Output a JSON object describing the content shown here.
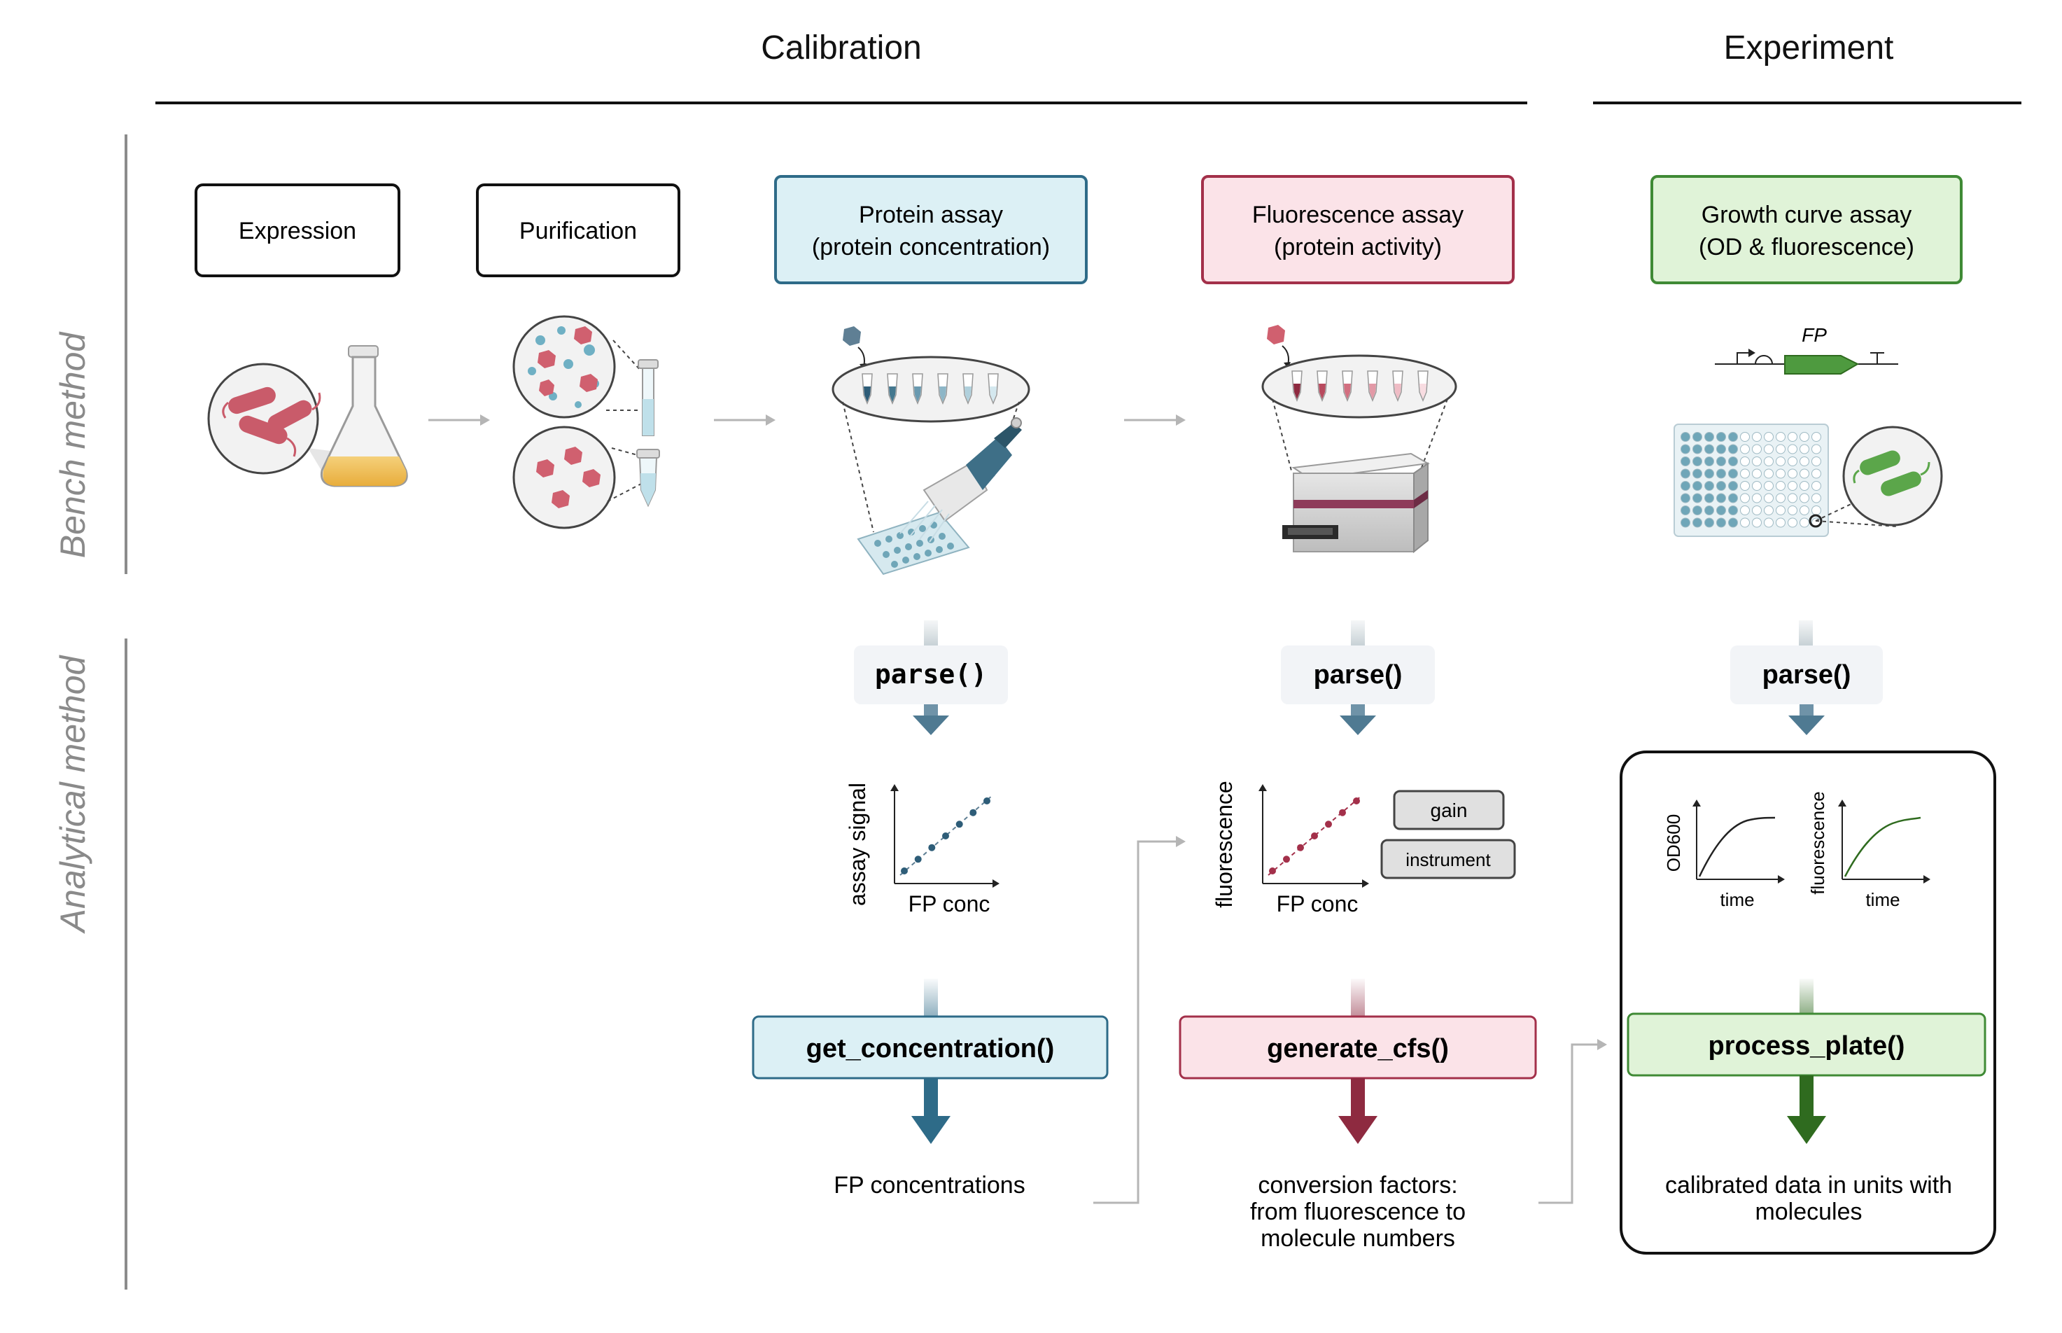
{
  "sections": {
    "calibration": "Calibration",
    "experiment": "Experiment"
  },
  "rows": {
    "bench": "Bench method",
    "analytical": "Analytical method"
  },
  "bench": {
    "expression": "Expression",
    "purification": "Purification",
    "protein_assay_line1": "Protein assay",
    "protein_assay_line2": "(protein concentration)",
    "fluorescence_assay_line1": "Fluorescence assay",
    "fluorescence_assay_line2": "(protein activity)",
    "growth_assay_line1": "Growth curve assay",
    "growth_assay_line2": "(OD & fluorescence)",
    "construct_label": "FP"
  },
  "analysis": {
    "parse": "parse()",
    "protein_plot": {
      "ylabel": "assay signal",
      "xlabel": "FP conc"
    },
    "fluor_plot": {
      "ylabel": "fluorescence",
      "xlabel": "FP conc"
    },
    "tags": {
      "gain": "gain",
      "instrument": "instrument"
    },
    "od_plot": {
      "ylabel": "OD600",
      "xlabel": "time"
    },
    "gfp_plot": {
      "ylabel": "fluorescence",
      "xlabel": "time"
    },
    "get_concentration": "get_concentration()",
    "generate_cfs": "generate_cfs()",
    "process_plate": "process_plate()",
    "out_conc": "FP concentrations",
    "out_cfs_1": "conversion factors:",
    "out_cfs_2": "from fluorescence to",
    "out_cfs_3": "molecule numbers",
    "out_cal_1": "calibrated data in units with",
    "out_cal_2": "molecules"
  },
  "colors": {
    "blue_fill": "#dcf0f5",
    "blue_stroke": "#2e6b88",
    "red_fill": "#fbe3e8",
    "red_stroke": "#a3304a",
    "green_fill": "#e0f3d8",
    "green_stroke": "#3f8a35",
    "grey_text": "#8a8a8a"
  }
}
